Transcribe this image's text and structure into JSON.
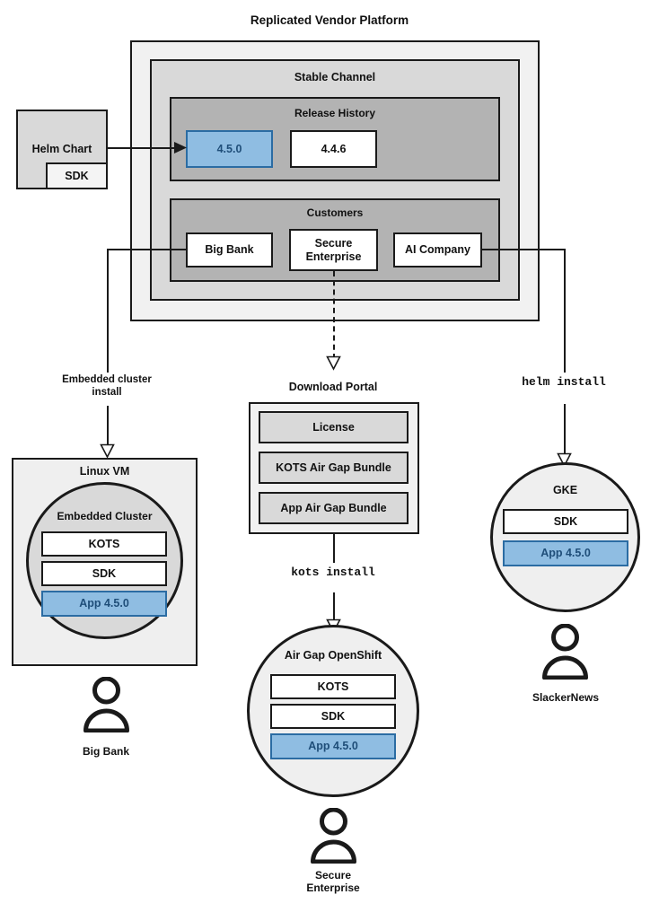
{
  "diagram": {
    "title": "Replicated Vendor Platform",
    "platform": {
      "channel_title": "Stable Channel",
      "release_history": {
        "title": "Release History",
        "releases": [
          {
            "version": "4.5.0",
            "highlighted": true
          },
          {
            "version": "4.4.6",
            "highlighted": false
          }
        ]
      },
      "customers": {
        "title": "Customers",
        "items": [
          {
            "name": "Big Bank"
          },
          {
            "name": "Secure\nEnterprise"
          },
          {
            "name": "AI Company"
          }
        ]
      }
    },
    "helm_chart": {
      "title": "Helm Chart",
      "sdk_label": "SDK"
    },
    "edges": [
      {
        "label": "Embedded cluster\ninstall",
        "style": "solid"
      },
      {
        "label": "Download Portal",
        "style": "dashed"
      },
      {
        "label": "helm install",
        "style": "solid",
        "mono": true
      },
      {
        "label": "kots install",
        "style": "solid",
        "mono": true
      }
    ],
    "linux_vm": {
      "title": "Linux VM",
      "cluster_title": "Embedded Cluster",
      "components": [
        {
          "label": "KOTS",
          "highlighted": false
        },
        {
          "label": "SDK",
          "highlighted": false
        },
        {
          "label": "App 4.5.0",
          "highlighted": true
        }
      ],
      "actor": "Big Bank"
    },
    "download_portal": {
      "title": "Download Portal",
      "artifacts": [
        {
          "label": "License"
        },
        {
          "label": "KOTS Air Gap Bundle"
        },
        {
          "label": "App Air Gap Bundle"
        }
      ]
    },
    "airgap_openshift": {
      "title": "Air Gap OpenShift",
      "components": [
        {
          "label": "KOTS",
          "highlighted": false
        },
        {
          "label": "SDK",
          "highlighted": false
        },
        {
          "label": "App 4.5.0",
          "highlighted": true
        }
      ],
      "actor": "Secure\nEnterprise"
    },
    "gke": {
      "title": "GKE",
      "components": [
        {
          "label": "SDK",
          "highlighted": false
        },
        {
          "label": "App 4.5.0",
          "highlighted": true
        }
      ],
      "actor": "SlackerNews"
    },
    "colors": {
      "highlight_fill": "#8fbde2",
      "highlight_border": "#2b6ca3",
      "highlight_text": "#1f4e79",
      "stroke": "#1a1a1a",
      "platform_fill": "#f1f1f1",
      "channel_fill": "#d9d9d9",
      "inner_fill": "#b3b3b3",
      "panel_fill": "#efefef"
    }
  }
}
